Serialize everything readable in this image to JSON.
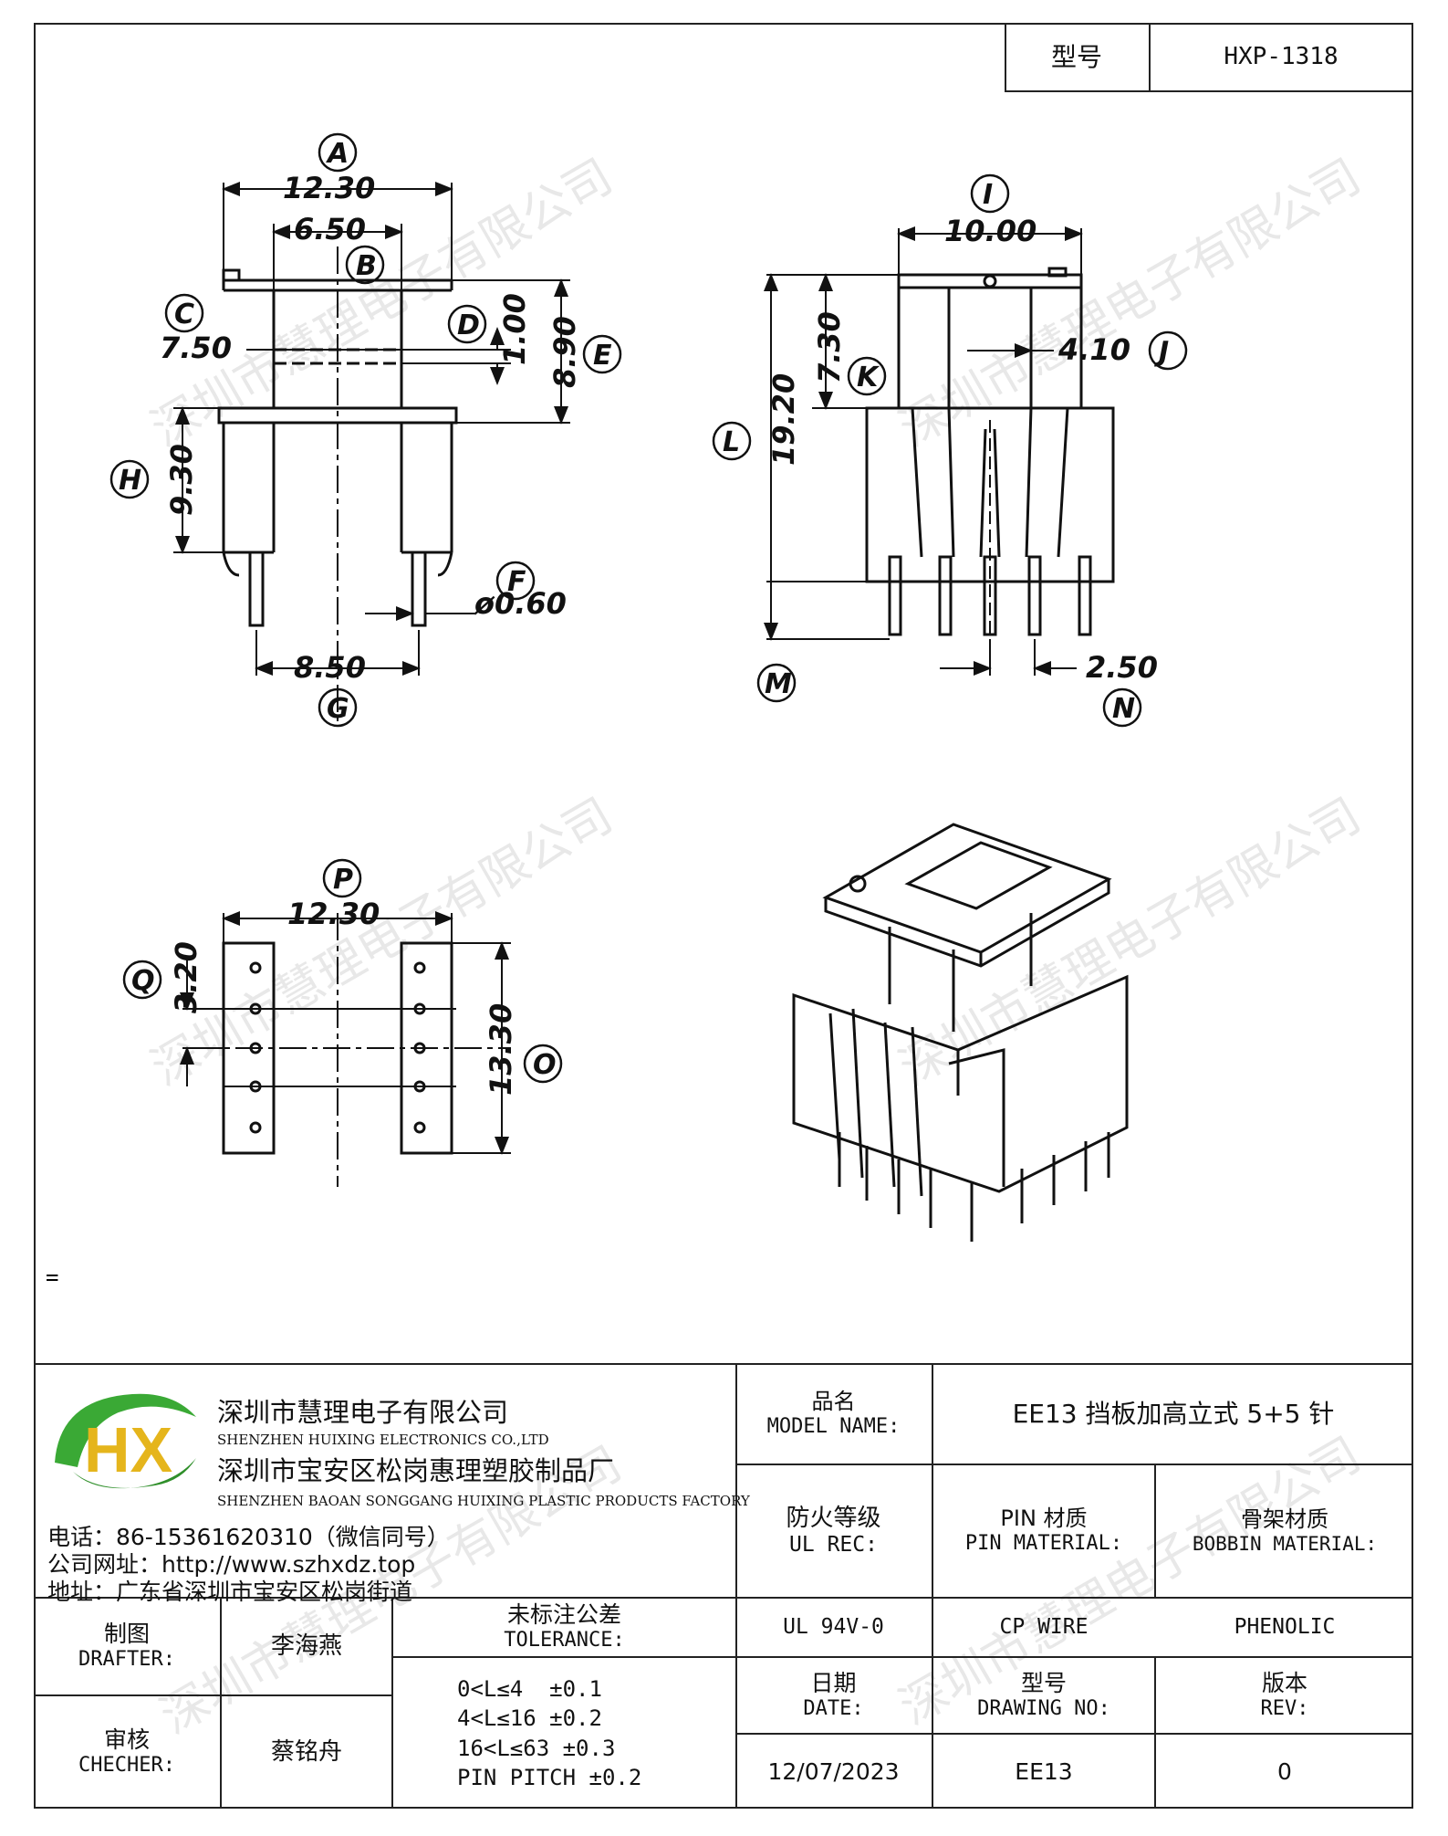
{
  "header": {
    "model_label": "型号",
    "model_value": "HXP-1318"
  },
  "watermark": "深圳市慧理电子有限公司",
  "drawing": {
    "front": {
      "labels": {
        "A": "A",
        "B": "B",
        "C": "C",
        "D": "D",
        "E": "E",
        "F": "F",
        "G": "G",
        "H": "H"
      },
      "dims": {
        "A": "12.30",
        "B": "6.50",
        "C": "7.50",
        "D": "1.00",
        "E": "8.90",
        "F": "ø0.60",
        "G": "8.50",
        "H": "9.30"
      }
    },
    "side": {
      "labels": {
        "I": "I",
        "J": "J",
        "K": "K",
        "L": "L",
        "M": "M",
        "N": "N"
      },
      "dims": {
        "I": "10.00",
        "J": "4.10",
        "K": "7.30",
        "L": "19.20",
        "N": "2.50"
      }
    },
    "bottom": {
      "labels": {
        "P": "P",
        "Q": "Q",
        "O": "O"
      },
      "dims": {
        "P": "12.30",
        "Q": "3.20",
        "O": "13.30"
      }
    },
    "stray_mark": "="
  },
  "company": {
    "logo_letters": "HX",
    "name_cn": "深圳市慧理电子有限公司",
    "name_en": "SHENZHEN HUIXING ELECTRONICS CO.,LTD",
    "factory_cn": "深圳市宝安区松岗惠理塑胶制品厂",
    "factory_en": "SHENZHEN BAOAN SONGGANG HUIXING PLASTIC PRODUCTS FACTORY",
    "phone": "电话：86-15361620310（微信同号）",
    "website": "公司网址：http://www.szhxdz.top",
    "address": "地址：广东省深圳市宝安区松岗街道"
  },
  "title_block": {
    "model_name_cn": "品名",
    "model_name_en": "MODEL NAME:",
    "model_name_value": "EE13 挡板加高立式 5+5 针",
    "ul_cn": "防火等级",
    "ul_en": "UL REC:",
    "pin_cn": "PIN 材质",
    "pin_en": "PIN MATERIAL:",
    "bobbin_cn": "骨架材质",
    "bobbin_en": "BOBBIN MATERIAL:",
    "ul_value": "UL 94V-0",
    "pin_value": "CP WIRE",
    "bobbin_value": "PHENOLIC",
    "drafter_cn": "制图",
    "drafter_en": "DRAFTER:",
    "drafter_value": "李海燕",
    "checker_cn": "审核",
    "checker_en": "CHECHER:",
    "checker_value": "蔡铭舟",
    "tolerance_cn": "未标注公差",
    "tolerance_en": "TOLERANCE:",
    "tolerance_lines": [
      "0<L≤4  ±0.1",
      "4<L≤16 ±0.2",
      "16<L≤63 ±0.3",
      "PIN PITCH ±0.2"
    ],
    "date_cn": "日期",
    "date_en": "DATE:",
    "date_value": "12/07/2023",
    "drawing_no_cn": "型号",
    "drawing_no_en": "DRAWING NO:",
    "drawing_no_value": "EE13",
    "rev_cn": "版本",
    "rev_en": "REV:",
    "rev_value": "0"
  }
}
